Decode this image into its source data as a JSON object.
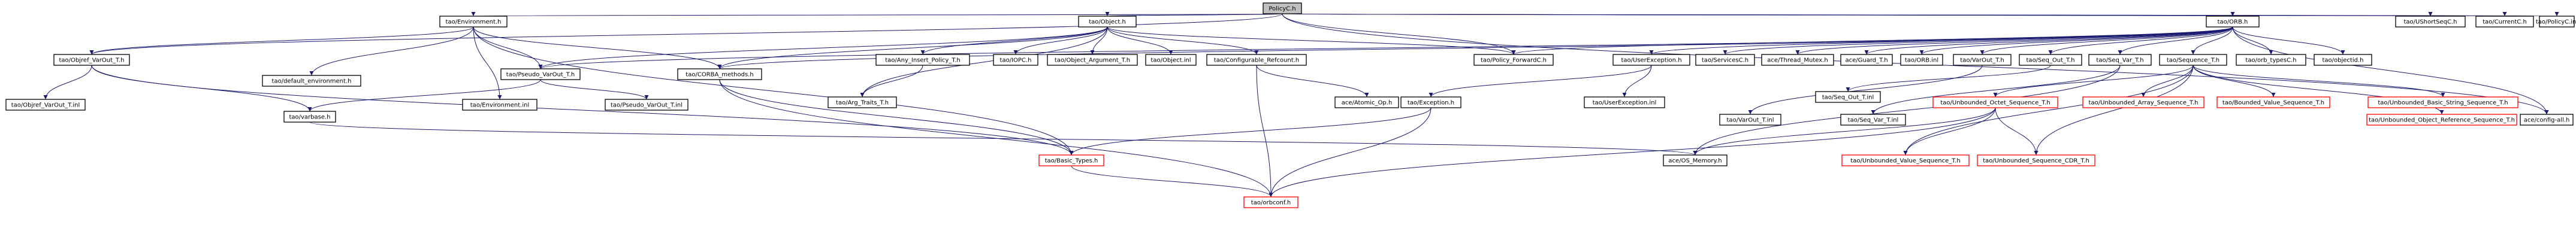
{
  "nodes": {
    "policyc_h": "PolicyC.h",
    "environment_h": "tao/Environment.h",
    "object_h": "tao/Object.h",
    "orb_h": "tao/ORB.h",
    "ushortseqc_h": "tao/UShortSeqC.h",
    "currentc_h": "tao/CurrentC.h",
    "policyc_inl": "tao/PolicyC.inl",
    "objref_varout_t_h": "tao/Objref_VarOut_T.h",
    "default_environment_h": "tao/default_environment.h",
    "pseudo_varout_t_h": "tao/Pseudo_VarOut_T.h",
    "corba_methods_h": "tao/CORBA_methods.h",
    "any_insert_policy_t_h": "tao/Any_Insert_Policy_T.h",
    "iopc_h": "tao/IOPC.h",
    "object_argument_t_h": "tao/Object_Argument_T.h",
    "object_inl": "tao/Object.inl",
    "configurable_refcount_h": "tao/Configurable_Refcount.h",
    "policy_forwardc_h": "tao/Policy_ForwardC.h",
    "userexception_h": "tao/UserException.h",
    "servicesc_h": "tao/ServicesC.h",
    "thread_mutex_h": "ace/Thread_Mutex.h",
    "guard_t_h": "ace/Guard_T.h",
    "orb_inl": "tao/ORB.inl",
    "varout_t_h": "tao/VarOut_T.h",
    "seq_out_t_h": "tao/Seq_Out_T.h",
    "seq_var_t_h": "tao/Seq_Var_T.h",
    "sequence_t_h": "tao/Sequence_T.h",
    "orb_typesc_h": "tao/orb_typesC.h",
    "objectid_h": "tao/objectid.h",
    "objref_varout_t_inl": "tao/Objref_VarOut_T.inl",
    "varbase_h": "tao/varbase.h",
    "environment_inl": "tao/Environment.inl",
    "pseudo_varout_t_inl": "tao/Pseudo_VarOut_T.inl",
    "arg_traits_t_h": "tao/Arg_Traits_T.h",
    "atomic_op_h": "ace/Atomic_Op.h",
    "exception_h": "tao/Exception.h",
    "userexception_inl": "tao/UserException.inl",
    "varout_t_inl": "tao/VarOut_T.inl",
    "seq_out_t_inl": "tao/Seq_Out_T.inl",
    "seq_var_t_inl": "tao/Seq_Var_T.inl",
    "unbounded_octet_sequence_t_h": "tao/Unbounded_Octet_Sequence_T.h",
    "unbounded_array_sequence_t_h": "tao/Unbounded_Array_Sequence_T.h",
    "bounded_value_sequence_t_h": "tao/Bounded_Value_Sequence_T.h",
    "unbounded_basic_string_sequence_t_h": "tao/Unbounded_Basic_String_Sequence_T.h",
    "unbounded_object_reference_sequence_t_h": "tao/Unbounded_Object_Reference_Sequence_T.h",
    "config_all_h": "ace/config-all.h",
    "basic_types_h": "tao/Basic_Types.h",
    "os_memory_h": "ace/OS_Memory.h",
    "unbounded_value_sequence_t_h": "tao/Unbounded_Value_Sequence_T.h",
    "unbounded_sequence_cdr_t_h": "tao/Unbounded_Sequence_CDR_T.h",
    "orbconf_h": "tao/orbconf.h"
  },
  "colors": {
    "edge": "#191970",
    "root_fill": "#bfbfbf",
    "missing_border": "#ff0000",
    "node_border": "#000000"
  }
}
